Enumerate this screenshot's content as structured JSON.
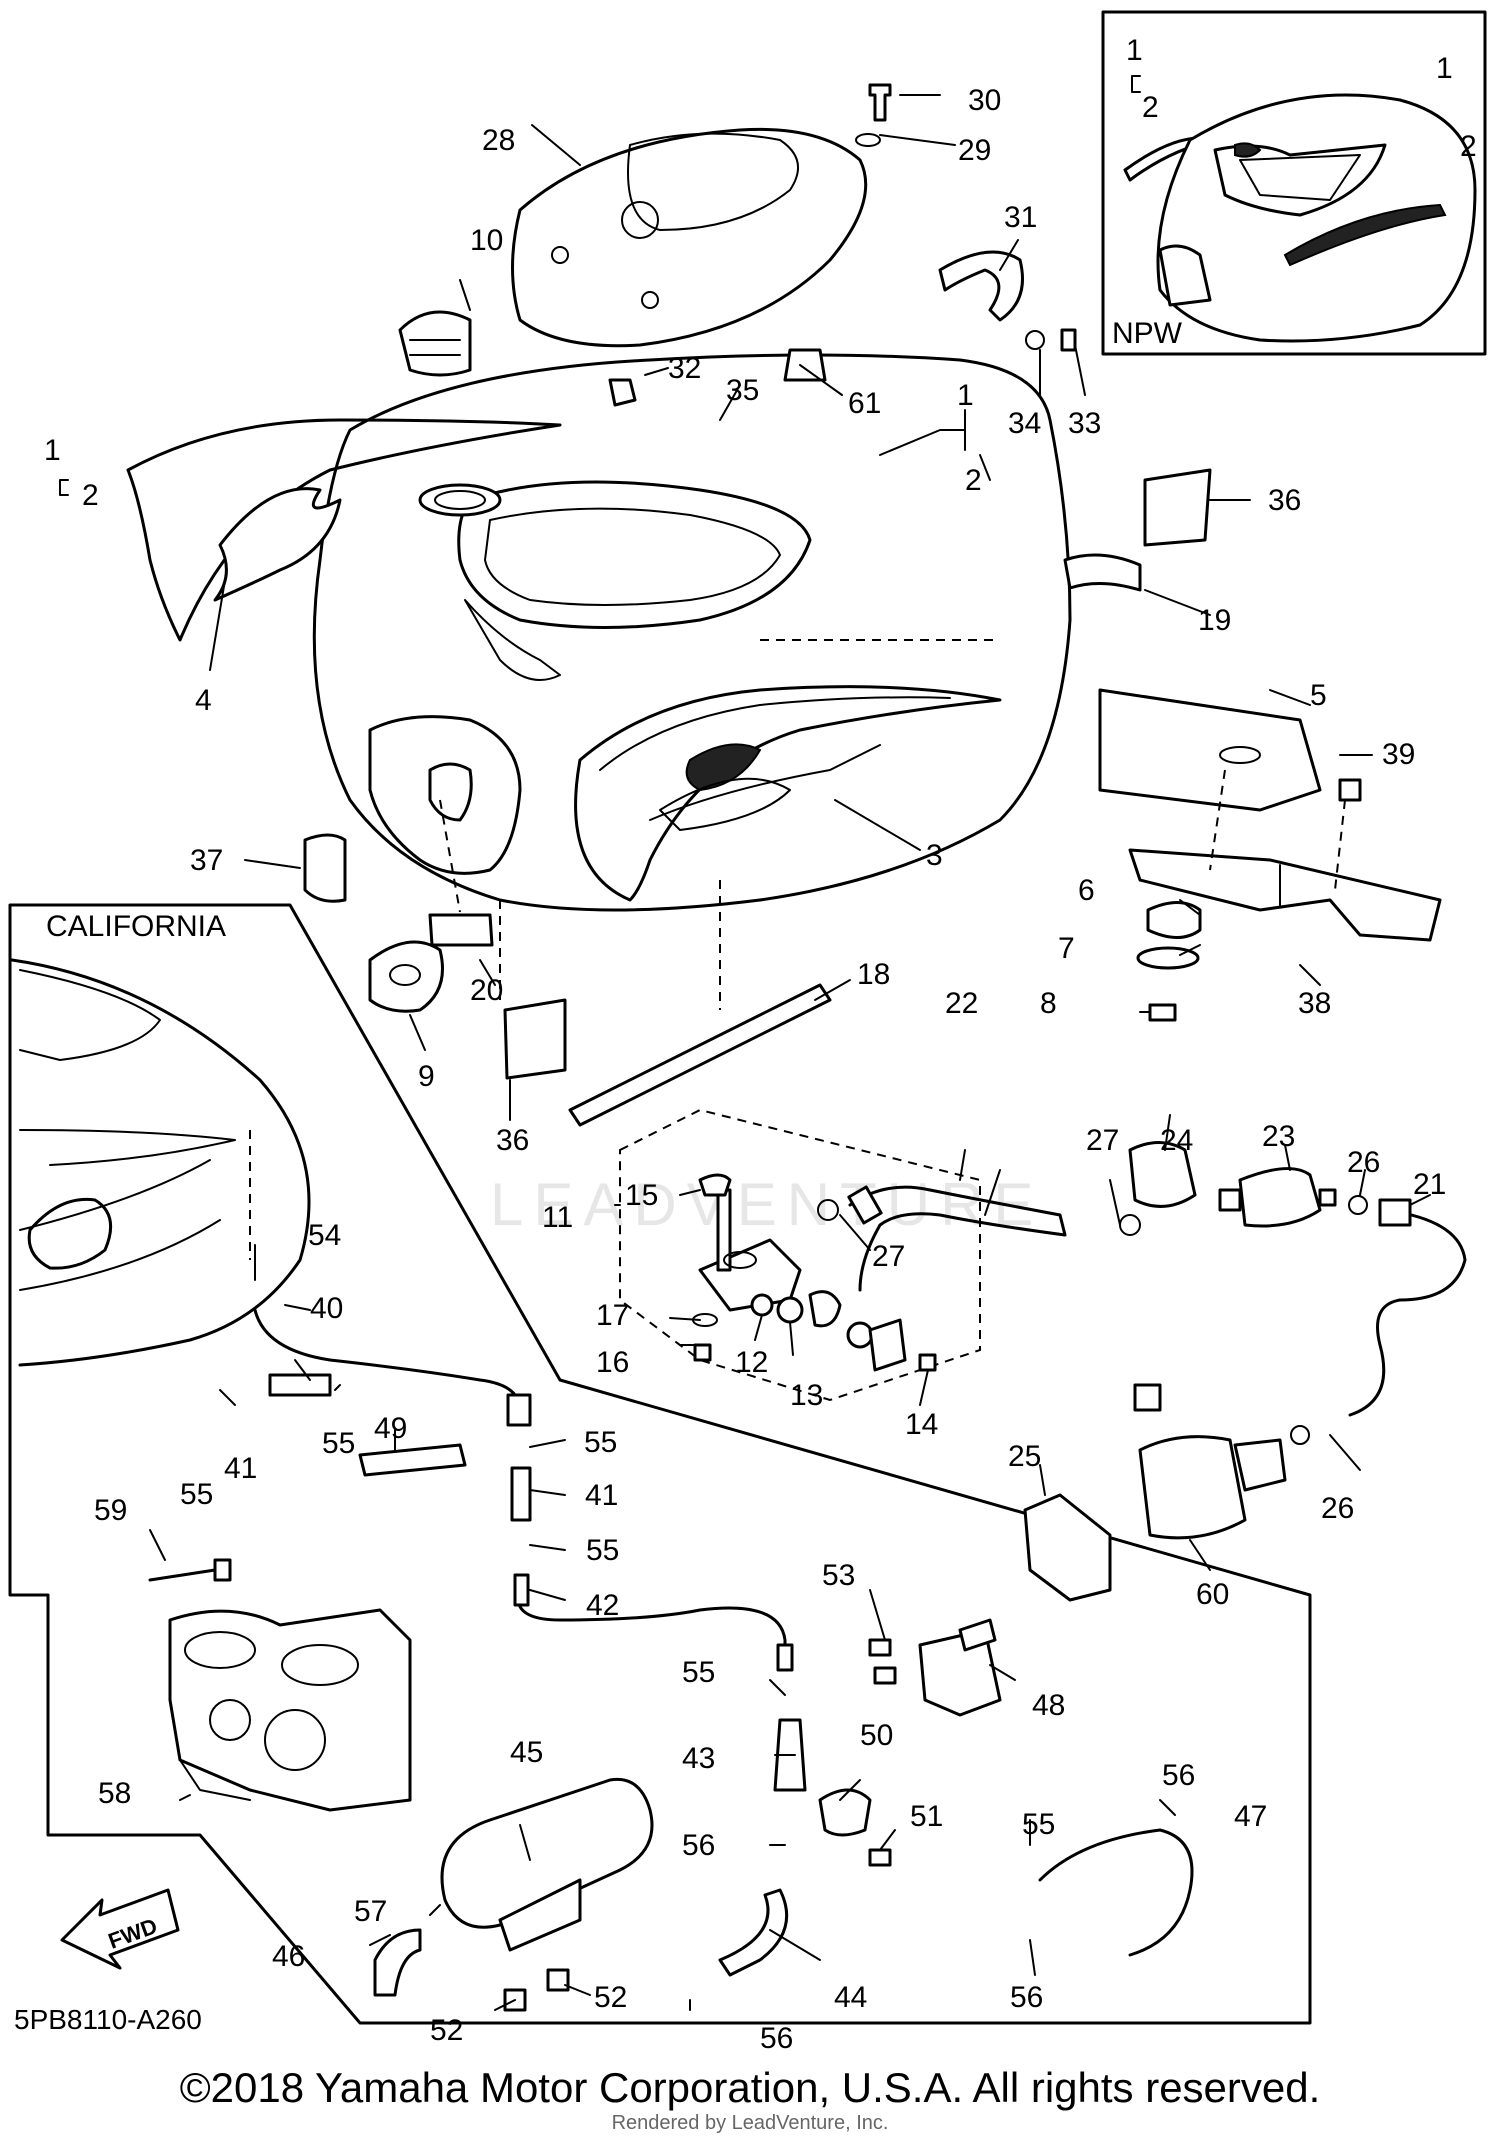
{
  "diagram": {
    "box_labels": {
      "california": "CALIFORNIA",
      "npw": "NPW"
    },
    "fwd_label": "FWD",
    "diagram_code": "5PB8110-A260",
    "copyright": "©2018 Yamaha Motor Corporation, U.S.A. All rights reserved.",
    "rendered_by": "Rendered by LeadVenture, Inc.",
    "watermark": "LEADVENTURE",
    "callouts": {
      "c1_a": "1",
      "c2_a": "2",
      "c1_b": "1",
      "c2_b": "2",
      "c1_c": "1",
      "c2_c": "2",
      "c1_d": "1",
      "c2_d": "2",
      "c3": "3",
      "c4": "4",
      "c5": "5",
      "c6": "6",
      "c7": "7",
      "c8": "8",
      "c9": "9",
      "c10": "10",
      "c11": "11",
      "c12": "12",
      "c13": "13",
      "c14": "14",
      "c15": "15",
      "c16": "16",
      "c17": "17",
      "c18": "18",
      "c19": "19",
      "c20": "20",
      "c21": "21",
      "c22": "22",
      "c23": "23",
      "c24": "24",
      "c25": "25",
      "c26_a": "26",
      "c26_b": "26",
      "c27_a": "27",
      "c27_b": "27",
      "c28": "28",
      "c29": "29",
      "c30": "30",
      "c31": "31",
      "c32": "32",
      "c33": "33",
      "c34": "34",
      "c35": "35",
      "c36_a": "36",
      "c36_b": "36",
      "c37": "37",
      "c38": "38",
      "c39": "39",
      "c40": "40",
      "c41_a": "41",
      "c41_b": "41",
      "c42": "42",
      "c43": "43",
      "c44": "44",
      "c45": "45",
      "c46": "46",
      "c47": "47",
      "c48": "48",
      "c49": "49",
      "c50": "50",
      "c51": "51",
      "c52_a": "52",
      "c52_b": "52",
      "c53": "53",
      "c54": "54",
      "c55_a": "55",
      "c55_b": "55",
      "c55_c": "55",
      "c55_d": "55",
      "c55_e": "55",
      "c55_f": "55",
      "c56_a": "56",
      "c56_b": "56",
      "c56_c": "56",
      "c56_d": "56",
      "c57": "57",
      "c58": "58",
      "c59": "59",
      "c60": "60",
      "c61": "61"
    }
  }
}
